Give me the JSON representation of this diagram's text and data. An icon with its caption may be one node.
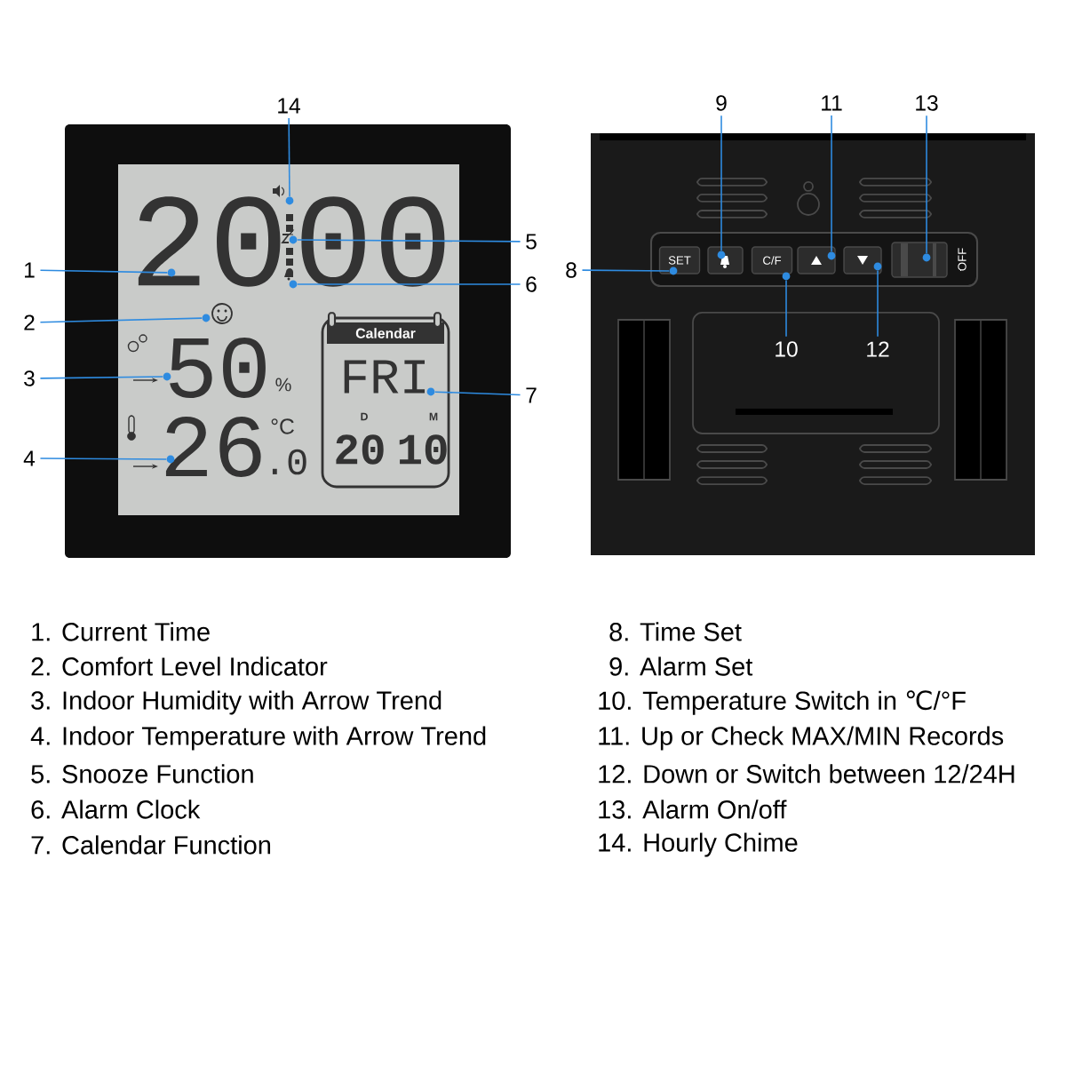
{
  "diagram": {
    "nodes": [
      {
        "text": [
          "1"
        ]
      },
      {
        "text": [
          "2"
        ]
      },
      {
        "text": [
          "3"
        ]
      },
      {
        "text": [
          "4"
        ]
      },
      {
        "text": [
          "5"
        ]
      },
      {
        "text": [
          "6"
        ]
      },
      {
        "text": [
          "7"
        ]
      },
      {
        "text": [
          "8"
        ]
      },
      {
        "text": [
          "9"
        ]
      },
      {
        "text": [
          "10"
        ]
      },
      {
        "text": [
          "11"
        ]
      },
      {
        "text": [
          "12"
        ]
      },
      {
        "text": [
          "13"
        ]
      },
      {
        "text": [
          "14"
        ]
      },
      {
        "text": [],
        "shape": "circle"
      },
      {
        "text": [],
        "shape": "circle"
      },
      {
        "text": [],
        "shape": "circle"
      },
      {
        "text": [],
        "shape": "circle"
      },
      {
        "text": [],
        "shape": "circle"
      },
      {
        "text": [],
        "shape": "circle"
      },
      {
        "text": [],
        "shape": "circle"
      },
      {
        "text": [],
        "shape": "circle"
      },
      {
        "text": [],
        "shape": "circle"
      },
      {
        "text": [],
        "shape": "circle"
      },
      {
        "text": [],
        "shape": "circle"
      },
      {
        "text": [],
        "shape": "circle"
      },
      {
        "text": [],
        "shape": "circle"
      },
      {
        "text": [],
        "shape": "circle"
      }
    ],
    "edges": [
      {
        "from": 0,
        "to": 14,
        "arrow": "none"
      },
      {
        "from": 1,
        "to": 15,
        "arrow": "none"
      },
      {
        "from": 2,
        "to": 16,
        "arrow": "none"
      },
      {
        "from": 3,
        "to": 17,
        "arrow": "none"
      },
      {
        "from": 4,
        "to": 18,
        "arrow": "none"
      },
      {
        "from": 5,
        "to": 19,
        "arrow": "none"
      },
      {
        "from": 6,
        "to": 20,
        "arrow": "none"
      },
      {
        "from": 7,
        "to": 21,
        "arrow": "none"
      },
      {
        "from": 8,
        "to": 22,
        "arrow": "none"
      },
      {
        "from": 9,
        "to": 23,
        "arrow": "none"
      },
      {
        "from": 10,
        "to": 24,
        "arrow": "none"
      },
      {
        "from": 11,
        "to": 25,
        "arrow": "none"
      },
      {
        "from": 12,
        "to": 26,
        "arrow": "none"
      },
      {
        "from": 13,
        "to": 27,
        "arrow": "none"
      }
    ],
    "labels": [
      "20",
      "00",
      "Calendar",
      "50",
      "%",
      "FRI",
      "26",
      "°C",
      "D",
      "M",
      ".0",
      "20",
      "10",
      "SET",
      "C/F",
      "OFF",
      "1. Current Time",
      "2. Comfort Level Indicator",
      "3. Indoor Humidity with Arrow Trend",
      "4. Indoor Temperature with Arrow Trend",
      "5. Snooze Function",
      "6. Alarm Clock",
      "7. Calendar Function",
      "8. Time Set",
      "9. Alarm Set",
      "10. Temperature Switch in ℃/°F",
      "11. Up or Check MAX/MIN Records",
      "12. Down or Switch between 12/24H",
      "13. Alarm On/off",
      "14. Hourly Chime"
    ]
  }
}
